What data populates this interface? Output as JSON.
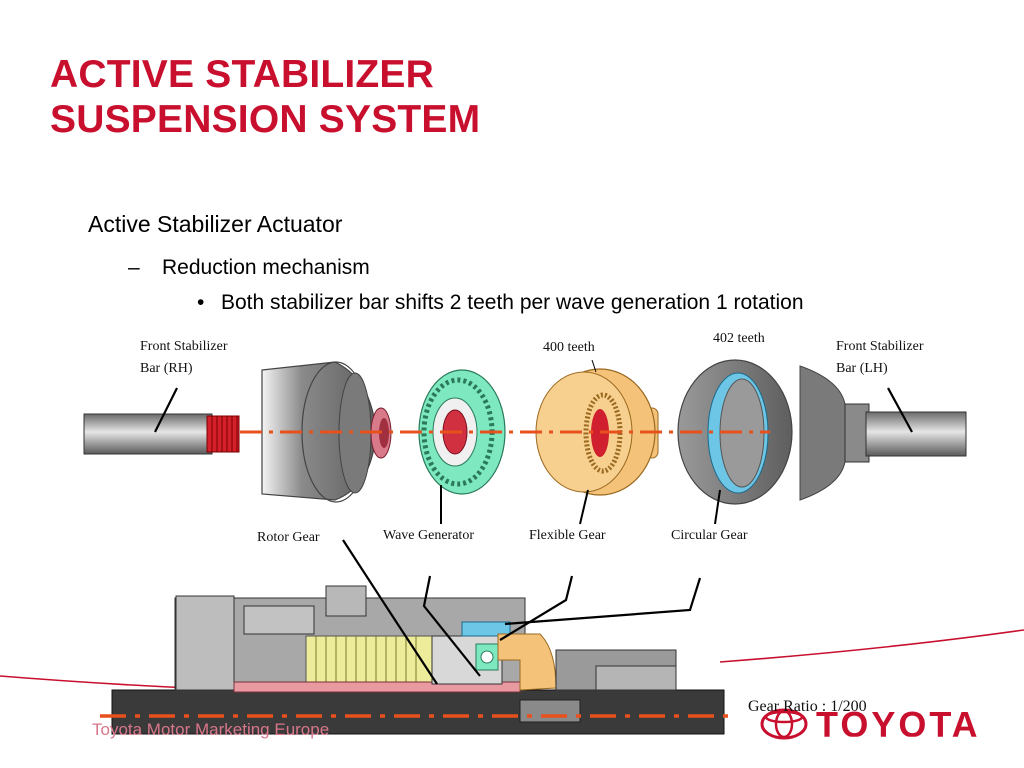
{
  "slide": {
    "title_line1": "ACTIVE STABILIZER",
    "title_line2": "SUSPENSION SYSTEM",
    "bullet_level1": "Active Stabilizer Actuator",
    "bullet_level2": "Reduction mechanism",
    "bullet_level2_marker": "–",
    "bullet_level3": "Both stabilizer bar shifts 2 teeth per wave generation 1 rotation",
    "bullet_level3_marker": "•"
  },
  "diagram_labels": {
    "front_bar_rh_line1": "Front Stabilizer",
    "front_bar_rh_line2": "Bar (RH)",
    "front_bar_lh_line1": "Front Stabilizer",
    "front_bar_lh_line2": "Bar (LH)",
    "teeth_400": "400 teeth",
    "teeth_402": "402 teeth",
    "rotor_gear": "Rotor Gear",
    "wave_generator": "Wave Generator",
    "flexible_gear": "Flexible Gear",
    "circular_gear": "Circular Gear",
    "gear_ratio": "Gear Ratio : 1/200"
  },
  "footer": {
    "company": "Toyota Motor Marketing Europe",
    "logo_text": "TOYOTA"
  },
  "colors": {
    "title_red": "#c8102e",
    "axis_dash_orange": "#e8501c",
    "wave_generator_green": "#7ee8c0",
    "flexible_gear_orange": "#f5c27a",
    "circular_gear_gray": "#8a8a8a",
    "circular_gear_teeth_blue": "#6ec6e6",
    "rotor_gear_pink": "#d87a8a"
  }
}
